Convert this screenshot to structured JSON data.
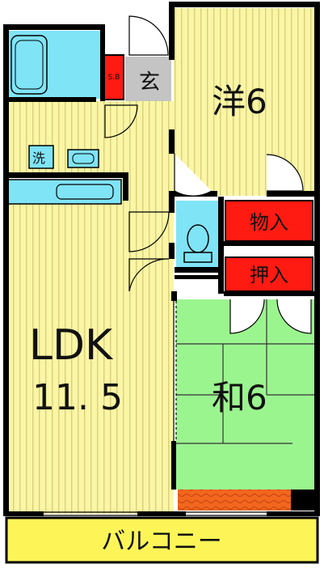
{
  "rooms": {
    "western": {
      "label": "洋6"
    },
    "entrance": {
      "label": "玄"
    },
    "shoe_box": {
      "label": "S.B"
    },
    "washer": {
      "label": "洗"
    },
    "storage": {
      "label": "物入"
    },
    "closet": {
      "label": "押入"
    },
    "ldk": {
      "line1": "LDK",
      "line2": "11. 5"
    },
    "japanese": {
      "label": "和6"
    },
    "balcony": {
      "label": "バルコニー"
    }
  },
  "colors": {
    "floor": "#fbf6a6",
    "floor_stripe": "#d8d07a",
    "tatami": "#9bf58f",
    "wet_area": "#7fe4f6",
    "storage_red": "#ff1a12",
    "entrance_gray": "#c4c4c4",
    "balcony": "#fdf558",
    "wall": "#000000",
    "wood": "#f2661e"
  }
}
